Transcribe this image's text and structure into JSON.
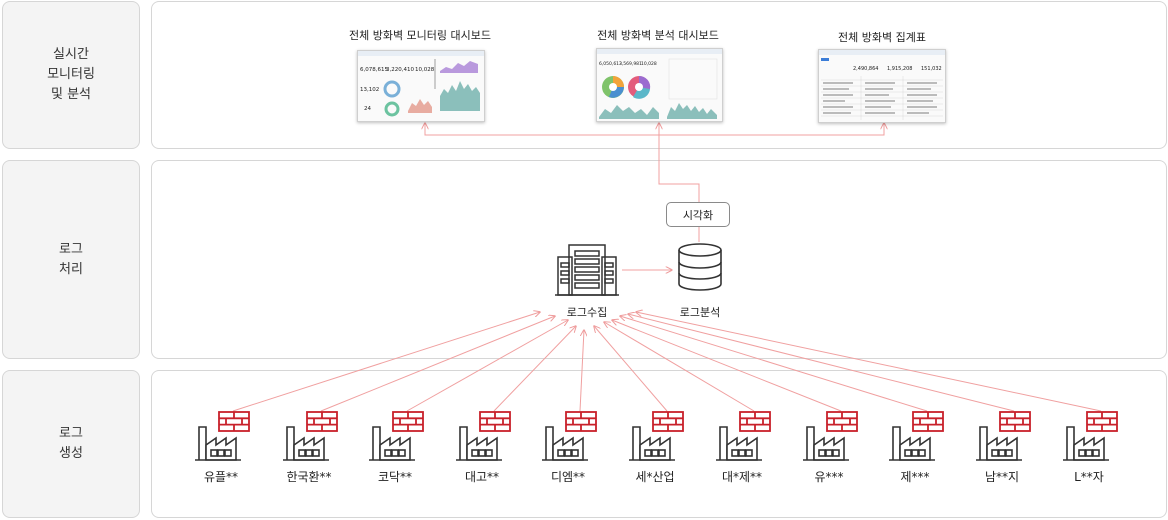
{
  "rows": [
    {
      "label": "실시간\n모니터링\n및 분석"
    },
    {
      "label": "로그\n처리"
    },
    {
      "label": "로그\n생성"
    }
  ],
  "dashboards": [
    {
      "title": "전체 방화벽 모니터링 대시보드",
      "stats": [
        "6,078,615",
        "3,220,410",
        "10,028",
        "13,102",
        "24"
      ]
    },
    {
      "title": "전체 방화벽 분석 대시보드",
      "stats": [
        "6,050,613",
        "3,569,981",
        "10,028"
      ]
    },
    {
      "title": "전체 방화벽 집계표",
      "stats": [
        "2,490,864",
        "1,915,208",
        "151,032"
      ]
    }
  ],
  "visualize_label": "시각화",
  "collector_label": "로그수집",
  "analyzer_label": "로그분석",
  "factories": [
    {
      "name": "유플**"
    },
    {
      "name": "한국환**"
    },
    {
      "name": "코닥**"
    },
    {
      "name": "대고**"
    },
    {
      "name": "디엠**"
    },
    {
      "name": "세*산업"
    },
    {
      "name": "대*제**"
    },
    {
      "name": "유***"
    },
    {
      "name": "제***"
    },
    {
      "name": "남**지"
    },
    {
      "name": "L**자"
    }
  ],
  "colors": {
    "arrow": "#f0a0a0",
    "firewall": "#c8202a",
    "icon": "#333333"
  },
  "icons": {
    "collector": "server-building-icon",
    "analyzer": "database-icon",
    "factory": "factory-icon",
    "firewall": "firewall-icon"
  }
}
